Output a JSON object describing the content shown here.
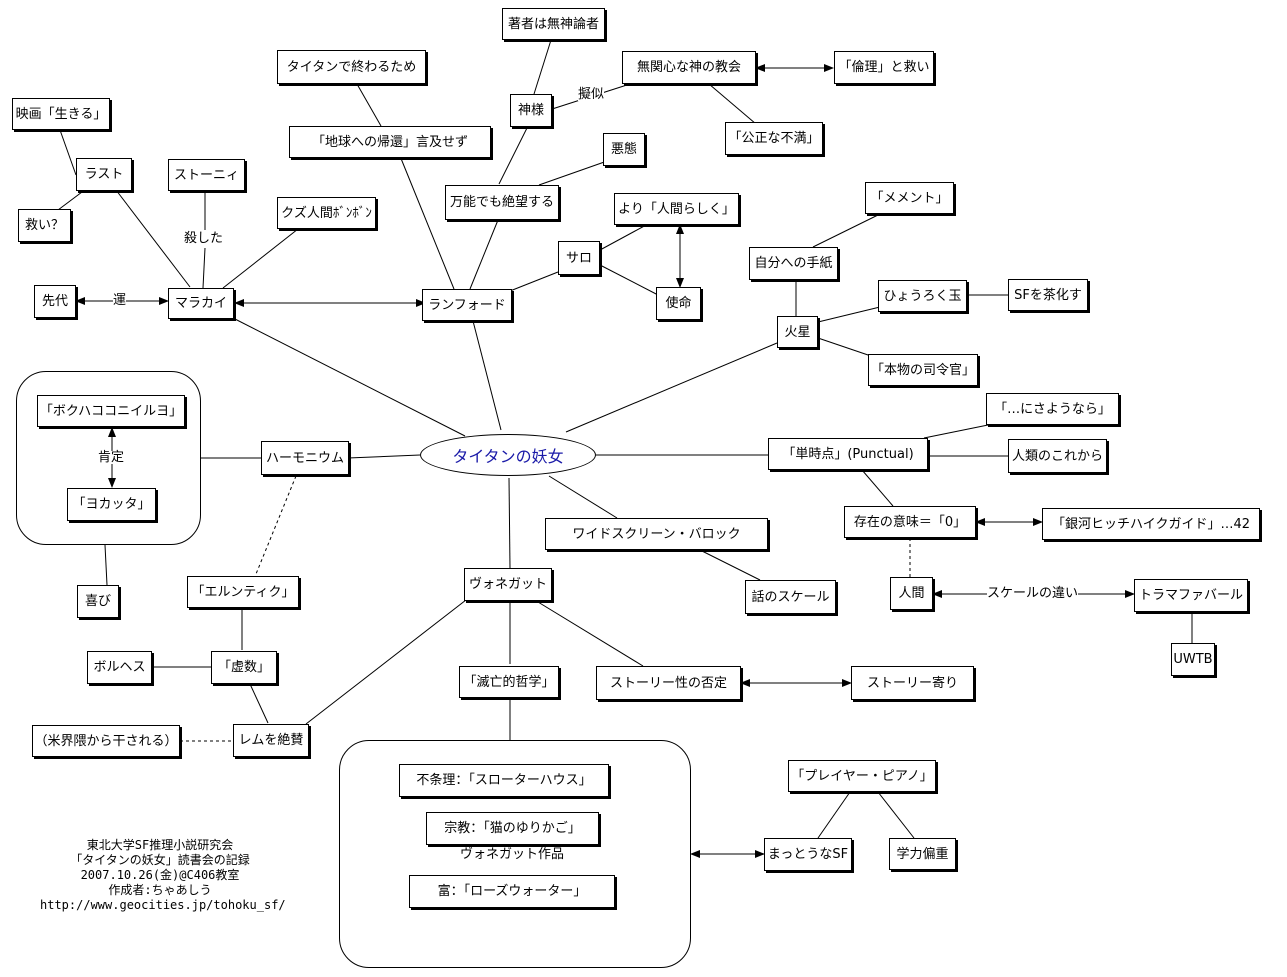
{
  "center": "タイタンの妖女",
  "nodes": {
    "malakai": "マラカイ",
    "rumfoord": "ランフォード",
    "salo": "サロ",
    "mars": "火星",
    "harmonium": "ハーモニウム",
    "vonnegut": "ヴォネガット",
    "punctual": "「単時点」(Punctual)",
    "widescreen": "ワイドスクリーン・バロック",
    "scale_story": "話のスケール",
    "senpai": "先代",
    "unmei": "運",
    "last": "ラスト",
    "ikiru": "映画「生きる」",
    "sukui_q": "救い？",
    "stony": "ストーニィ",
    "koroshita": "殺した",
    "kuzu": "クズ人間ﾎﾞﾝﾎﾞﾝ",
    "titan_end": "タイタンで終わるため",
    "earth_return": "「地球への帰還」言及せず",
    "kamisama": "神様",
    "atheist": "著者は無神論者",
    "giji": "擬似",
    "church": "無関心な神の教会",
    "rinri": "「倫理」と救い",
    "kousei": "「公正な不満」",
    "akutai": "悪態",
    "bannou": "万能でも絶望する",
    "ningen_rashiku": "より「人間らしく」",
    "shimei": "使命",
    "memento": "「メメント」",
    "tegami": "自分への手紙",
    "hyouroku": "ひょうろく玉",
    "sf_chaka": "SFを茶化す",
    "shireikan": "「本物の司令官」",
    "sayounara": "「…にさようなら」",
    "jinrui": "人類のこれから",
    "sonzai": "存在の意味＝「0」",
    "hitchhike": "「銀河ヒッチハイクガイド」…42",
    "ningen": "人間",
    "scale_diff": "スケールの違い",
    "tralfamadore": "トラマファバール",
    "uwtb": "UWTB",
    "bokuha": "「ボクハココニイルヨ」",
    "kotei": "肯定",
    "yokatta": "「ヨカッタ」",
    "yorokobi": "喜び",
    "erentik": "「エルンティク」",
    "borges": "ボルヘス",
    "kyosuu": "「虚数」",
    "beikai": "（米界隈から干される）",
    "lem": "レムを絶賛",
    "metsubou": "「滅亡的哲学」",
    "story_negation": "ストーリー性の否定",
    "story_yori": "ストーリー寄り",
    "fujouri": "不条理：「スローターハウス」",
    "shuukyou": "宗教：「猫のゆりかご」",
    "works_label": "ヴォネガット作品",
    "tomi": "富：「ローズウォーター」",
    "player_piano": "「プレイヤー・ピアノ」",
    "mattou": "まっとうなSF",
    "gakuryoku": "学力偏重"
  },
  "credits": [
    "東北大学SF推理小説研究会",
    "「タイタンの妖女」読書会の記録",
    "2007.10.26(金)@C406教室",
    "作成者:ちゃあしう",
    "http://www.geocities.jp/tohoku_sf/"
  ],
  "colors": {
    "center_text": "#1a1aa8",
    "line": "#000000",
    "background": "#ffffff"
  }
}
